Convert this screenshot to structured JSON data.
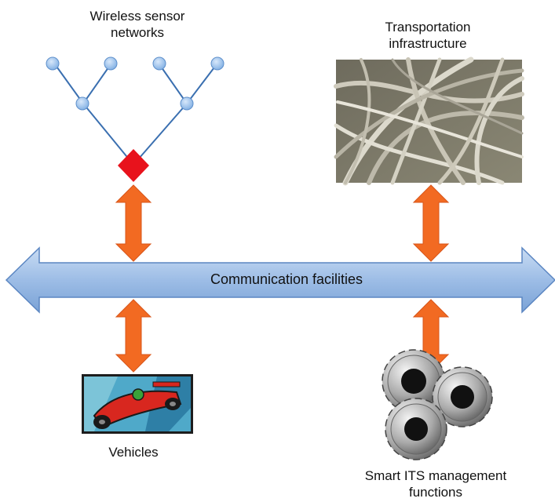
{
  "nodes": {
    "wireless_sensor_networks": {
      "label_line1": "Wireless sensor",
      "label_line2": "networks",
      "icon": "sensor-tree-icon"
    },
    "transportation_infrastructure": {
      "label_line1": "Transportation",
      "label_line2": "infrastructure",
      "icon": "highway-interchange-image"
    },
    "vehicles": {
      "label": "Vehicles",
      "icon": "race-car-image"
    },
    "smart_its": {
      "label_line1": "Smart ITS management",
      "label_line2": "functions",
      "icon": "gears-icon"
    }
  },
  "bus": {
    "label": "Communication facilities",
    "color": "#8fb4e3"
  },
  "colors": {
    "connector_arrow": "#f26a22",
    "sensor_node": "#8fb8e6",
    "sink_node": "#e8121c",
    "tree_line": "#3a6fb0"
  }
}
